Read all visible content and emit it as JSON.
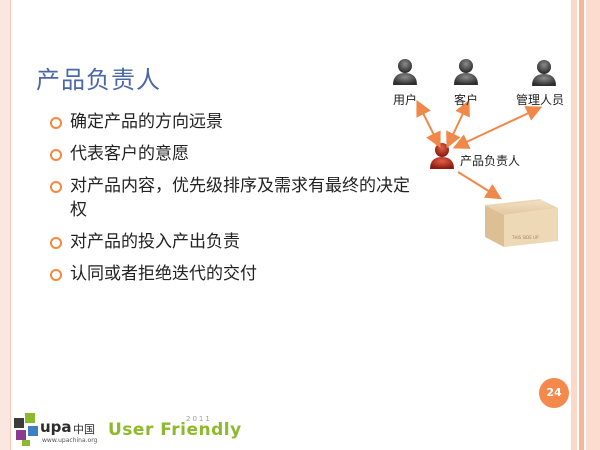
{
  "slide": {
    "title": "产品负责人",
    "bullets": [
      "确定产品的方向远景",
      "代表客户的意愿",
      "对产品内容，优先级排序及需求有最终的决定权",
      "对产品的投入产出负责",
      "认同或者拒绝迭代的交付"
    ],
    "page_number": "24"
  },
  "diagram": {
    "roles": [
      "用户",
      "客户",
      "管理人员"
    ],
    "center_label": "产品负责人",
    "box_text": "THIS SIDE UP"
  },
  "footer": {
    "logo_text": "upa",
    "logo_cn": "中国",
    "logo_url": "www.upachina.org",
    "user_friendly": "User Friendly",
    "year": "2011"
  },
  "colors": {
    "title": "#4b67a7",
    "bullet_ring": "#f08a40",
    "arrow": "#f0884a",
    "page_badge": "#f4894b",
    "brand_green": "#8dba2c"
  }
}
